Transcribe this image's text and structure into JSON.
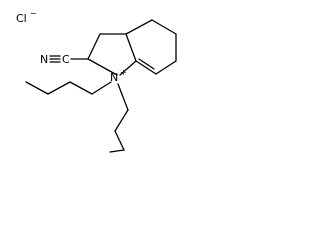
{
  "structure": {
    "counter_ion": "Cl",
    "counter_ion_charge": "−",
    "nitrile_carbon": "C",
    "nitrile_nitrogen": "N",
    "ring_nitrogen": "N",
    "ring_nitrogen_charge": "+"
  },
  "colors": {
    "bond": "#000000",
    "background": "#ffffff",
    "text": "#000000"
  }
}
